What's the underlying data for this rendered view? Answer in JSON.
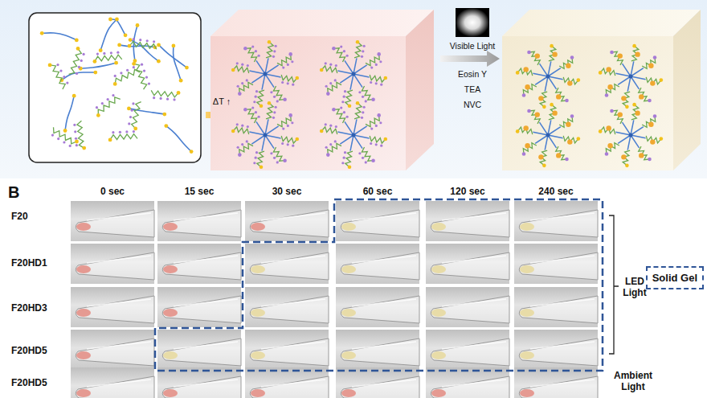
{
  "diagram": {
    "nodes": [
      {
        "text": [
          "Solid Gel"
        ]
      }
    ],
    "labels": [
      "ΔT ↑",
      "Visible Light",
      "Eosin Y",
      "TEA",
      "NVC",
      "B",
      "0 sec",
      "15 sec",
      "30 sec",
      "60 sec",
      "120 sec",
      "240 sec",
      "F20",
      "F20HD1",
      "F20HD3",
      "F20HD5",
      "F20HD5",
      "LED Light",
      "Ambient Light"
    ]
  }
}
